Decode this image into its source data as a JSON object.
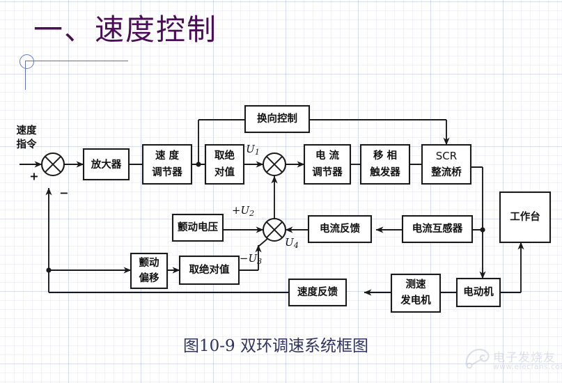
{
  "slide": {
    "title": "一、速度控制",
    "caption": "图10-9  双环调速系统框图",
    "title_color": "#4a0d56",
    "caption_color": "#31335e",
    "accent_color": "#5f6fad"
  },
  "watermark": {
    "brand": "电子发烧友",
    "url": "www.elecfans.com"
  },
  "diagram": {
    "blocks": {
      "amplifier": "放大器",
      "speed_regulator_l1": "速 度",
      "speed_regulator_l2": "调节器",
      "abs_value_top_l1": "取绝",
      "abs_value_top_l2": "对值",
      "current_regulator_l1": "电 流",
      "current_regulator_l2": "调节器",
      "phase_shift_l1": "移 相",
      "phase_shift_l2": "触发器",
      "scr_l1": "SCR",
      "scr_l2": "整流桥",
      "direction_control": "换向控制",
      "worktable": "工作台",
      "dither_voltage": "颤动电压",
      "current_feedback": "电流反馈",
      "current_transformer": "电流互感器",
      "dither_offset_l1": "颤动",
      "dither_offset_l2": "偏移",
      "abs_value_bottom_l1": "取绝对值",
      "speed_feedback": "速度反馈",
      "tachogenerator_l1": "测速",
      "tachogenerator_l2": "发电机",
      "motor": "电动机"
    },
    "io_labels": {
      "speed_command_l1": "速度",
      "speed_command_l2": "指令"
    },
    "signals": {
      "u1": "U",
      "u1_sub": "1",
      "u2": "U",
      "u2_sub": "2",
      "u3": "U",
      "u3_sub": "3",
      "u4": "U",
      "u4_sub": "4",
      "plus_u2": "+",
      "minus_u3": "−"
    },
    "summing_signs": {
      "sum1_plus": "+",
      "sum1_minus": "−"
    }
  }
}
